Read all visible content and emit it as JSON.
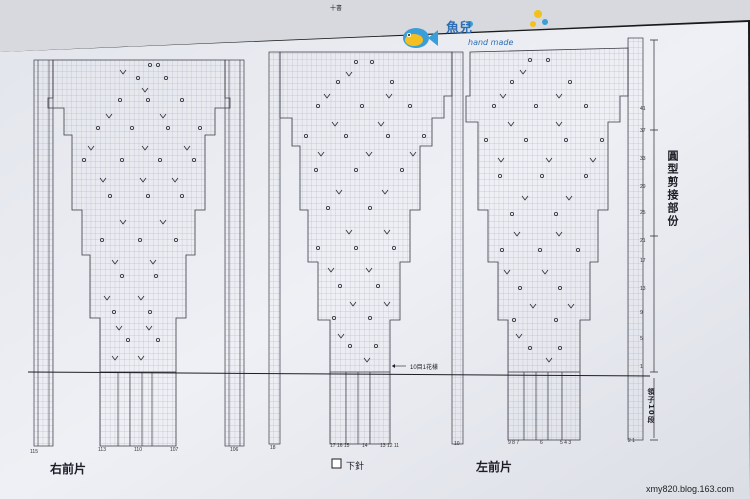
{
  "chart_labels": {
    "right_front": "右前片",
    "left_front": "左前片",
    "legend_label": "下針",
    "repeat_note": "10目1花樣",
    "side_title": "圓型剪接部份",
    "band_label": "領子10段",
    "top_header": "十書"
  },
  "stitch_counts": {
    "right": [
      "115",
      "113",
      "110",
      "107",
      "106"
    ],
    "middle": [
      "18",
      "17 16 15",
      "14",
      "13 12 11",
      "10"
    ],
    "left": [
      "9 8 7",
      "6",
      "5 4 3",
      "2 1"
    ]
  },
  "row_numbers": [
    "41",
    "37",
    "33",
    "29",
    "25",
    "21",
    "17",
    "13",
    "9",
    "5",
    "1"
  ],
  "logo": {
    "text": "魚兒",
    "subtext": "hand made"
  },
  "watermark": "xmy820.blog.163.com",
  "colors": {
    "paper": "#e9ebf2",
    "grid": "#9fa2b6",
    "ink": "#24242e",
    "accent": "#2d6fb5"
  }
}
